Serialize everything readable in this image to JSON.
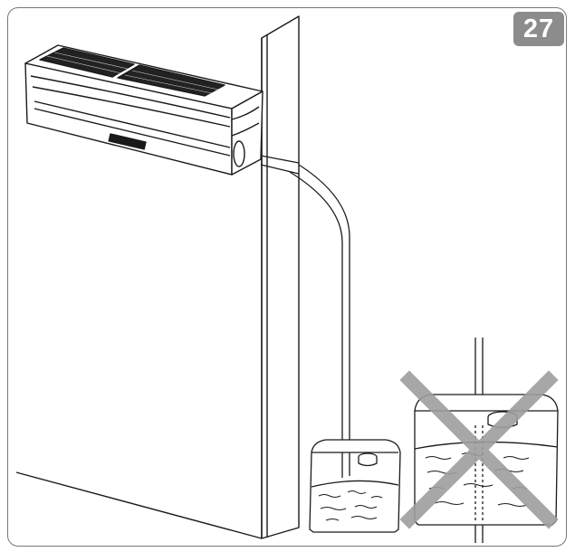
{
  "figure": {
    "number": "27",
    "colors": {
      "badge_background": "#8c8c8c",
      "badge_text": "#ffffff",
      "line": "#1a1a1a",
      "warning_cross": "#9e9e9e"
    }
  },
  "scene": {
    "correct_setup": "drain-hose-end-in-container",
    "incorrect_setup": "drain-hose-submerged-in-water",
    "incorrect_marker": "cross-mark-icon"
  }
}
